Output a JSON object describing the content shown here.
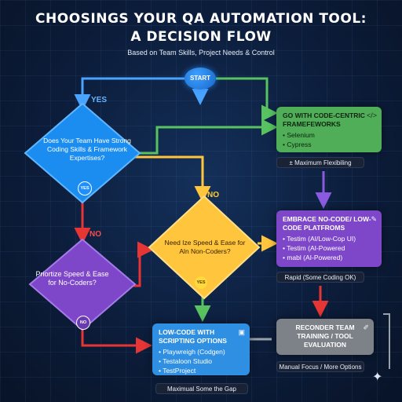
{
  "title": {
    "line1": "CHOOSINGS YOUR QA AUTOMATION TOOL:",
    "line2": "A DECISION FLOW",
    "subtitle": "Based on Team Skills, Project Needs & Control"
  },
  "start": {
    "label": "START"
  },
  "decisions": {
    "skills": {
      "text": "Does Your Team Have Strong Coding Skills & Framework Expertises?",
      "badge": "YES"
    },
    "speed": {
      "text": "Need Ize Speed & Ease for Aln Non-Coders?",
      "badge": "YES"
    },
    "prioritize": {
      "text": "Priortize Speed & Ease for No-Coders?",
      "badge": "NO"
    }
  },
  "edge_labels": {
    "yes": "YES",
    "no_speed": "NO",
    "no_prior": "NO"
  },
  "outcomes": {
    "code": {
      "heading": "GO WITH CODE-CENTRIC FRAMEFEWORKS",
      "items": [
        "Selenium",
        "Cypress"
      ],
      "note": "± Maximum Flexibiling",
      "icon": "code-icon"
    },
    "nocode": {
      "heading": "EMBRACE NO-CODE/ LOW-CODE PLATFROMS",
      "items": [
        "Testim (AI/Low-Cop UI)",
        "Testim (AI-Powered",
        "mabl (AI-Powered)"
      ],
      "note": "Rapid (Some Coding OK)",
      "icon": "wand-icon"
    },
    "lowcode": {
      "heading": "LOW-CODE WITH SCRIPTING OPTIONS",
      "items": [
        "Playwreigh (Codgen)",
        "Testaloon Studio",
        "TestProject"
      ],
      "note": "Maximual Some the Gap",
      "icon": "code-window-icon"
    },
    "training": {
      "heading": "RECONDER TEAM TRAINING / TOOL EVALUATION",
      "note": "Manual Focus / More Options",
      "icon": "brush-icon"
    }
  },
  "colors": {
    "background": "#0c1d3b",
    "green": "#4fae57",
    "purple": "#7e47c9",
    "blue": "#2f8fe3",
    "yellow": "#ffc53d",
    "gray": "#7d8188",
    "red": "#e53535"
  }
}
